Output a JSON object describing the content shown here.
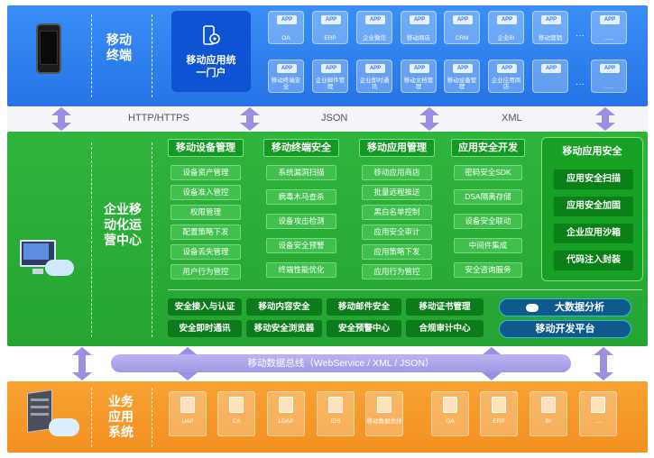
{
  "colors": {
    "top_band": "#2e7bf0",
    "mid_band": "#2aae37",
    "bottom_band": "#f59626",
    "arrow": "#9a8fe0",
    "portal": "#0e53d4"
  },
  "terminal": {
    "title": "移动终端",
    "portal_label": "移动应用统一门户",
    "apps_row1": [
      "OA",
      "ERP",
      "企业微信",
      "移动商店",
      "CRM",
      "企业BI",
      "移动营销",
      "......"
    ],
    "apps_row2": [
      "移动终端安全",
      "企业邮件管理",
      "企业即时通讯",
      "移动文档管理",
      "移动设备管理",
      "企业应用商店",
      "",
      "......"
    ],
    "badge": "APP",
    "icons": [
      "smartphone-icon",
      "gear-phone-icon"
    ]
  },
  "protocols": [
    "HTTP/HTTPS",
    "JSON",
    "XML"
  ],
  "operations": {
    "title": "企业移动化运营中心",
    "columns": [
      {
        "head": "移动设备管理",
        "items": [
          "设备资产管理",
          "设备准入管控",
          "权限管理",
          "配置策略下发",
          "设备丢失管理",
          "用户行为管控"
        ]
      },
      {
        "head": "移动终端安全",
        "items": [
          "系统漏洞扫描",
          "病毒木马查杀",
          "设备攻击检测",
          "设备安全预警",
          "终端性能优化"
        ]
      },
      {
        "head": "移动应用管理",
        "items": [
          "移动应用商店",
          "批量远程推送",
          "黑白名单控制",
          "应用安全审计",
          "应用策略下发",
          "应用行为管控"
        ]
      },
      {
        "head": "应用安全开发",
        "items": [
          "密码安全SDK",
          "DSA隔离存储",
          "设备安全联动",
          "中间件集成",
          "安全咨询服务"
        ]
      }
    ],
    "app_security": {
      "head": "移动应用安全",
      "items": [
        "应用安全扫描",
        "应用安全加固",
        "企业应用沙箱",
        "代码注入封装"
      ]
    },
    "services_row1": [
      "安全接入与认证",
      "移动内容安全",
      "移动邮件安全",
      "移动证书管理"
    ],
    "services_row2": [
      "安全即时通讯",
      "移动安全浏览器",
      "安全预警中心",
      "合规审计中心"
    ],
    "big_data": "大数据分析",
    "dev_platform": "移动开发平台",
    "icons": [
      "monitor-cloud-icon",
      "cloud-icon"
    ]
  },
  "bus": "移动数据总线（WebService / XML / JSON）",
  "business": {
    "title": "业务应用系统",
    "systems": [
      "UAP",
      "CA",
      "LDAP",
      "IDS",
      "移动数据总线",
      "OA",
      "ERP",
      "BI",
      "......"
    ],
    "icons": [
      "server-cloud-icon",
      "server-icon"
    ]
  }
}
